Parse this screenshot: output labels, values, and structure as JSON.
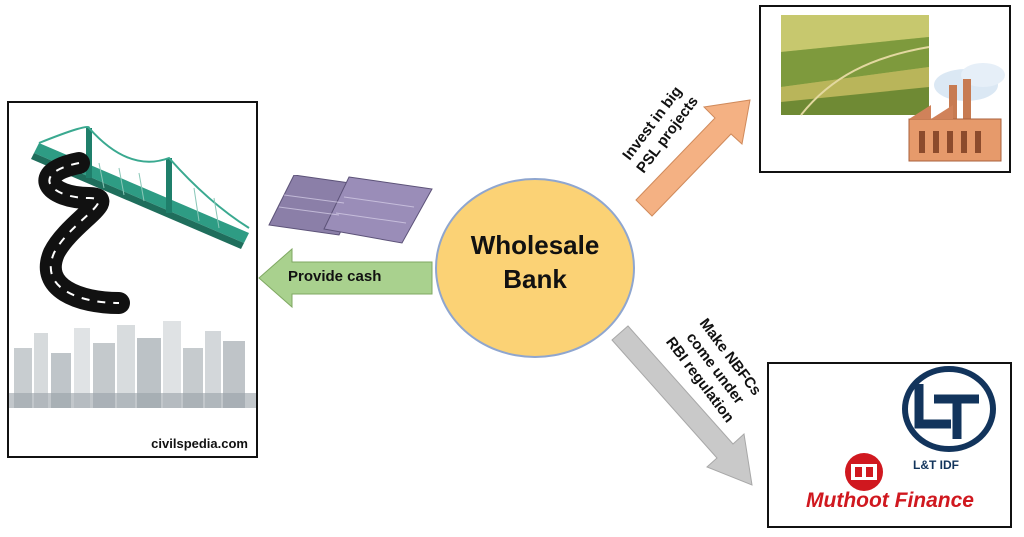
{
  "center": {
    "line1": "Wholesale",
    "line2": "Bank",
    "fill": "#fbd275"
  },
  "arrows": {
    "provide": {
      "label": "Provide cash",
      "color": "#a9d18e"
    },
    "invest": {
      "label": "Invest in big\nPSL projects",
      "color": "#f4b183"
    },
    "nbfc": {
      "label": "Make NBFCs\ncome under\nRBI regulation",
      "color": "#c9c9c9"
    }
  },
  "left_panel": {
    "caption": "civilspedia.com",
    "images": [
      "bridge-road-illustration",
      "city-skyline-illustration"
    ]
  },
  "top_right_panel": {
    "images": [
      "farmland-photo",
      "factory-illustration"
    ]
  },
  "bottom_right_panel": {
    "lt_text": "L&T IDF",
    "muthoot_text": "Muthoot Finance",
    "logos": [
      "lt-logo",
      "muthoot-logo"
    ]
  },
  "money_image": "currency-notes-illustration"
}
